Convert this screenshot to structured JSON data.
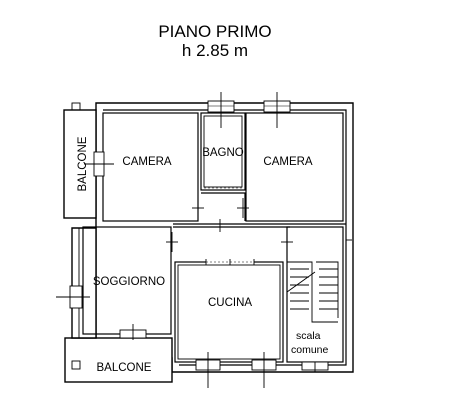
{
  "header": {
    "title": "PIANO PRIMO",
    "height": "h 2.85 m"
  },
  "rooms": {
    "camera_left": "CAMERA",
    "bagno": "BAGNO",
    "camera_right": "CAMERA",
    "balcone_left": "BALCONE",
    "soggiorno": "SOGGIORNO",
    "cucina": "CUCINA",
    "scala_line1": "scala",
    "scala_line2": "comune",
    "balcone_bottom": "BALCONE"
  }
}
